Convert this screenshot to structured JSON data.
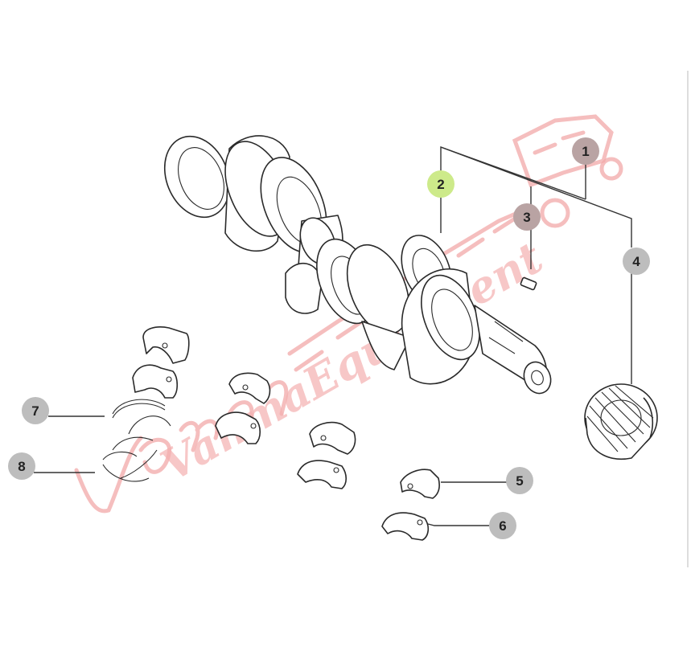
{
  "callouts": [
    {
      "label": "1",
      "color": "#b9a3a3"
    },
    {
      "label": "2",
      "color": "#cdea8a"
    },
    {
      "label": "3",
      "color": "#b9a3a3"
    },
    {
      "label": "4",
      "color": "#bdbdbd"
    },
    {
      "label": "5",
      "color": "#bdbdbd"
    },
    {
      "label": "6",
      "color": "#bdbdbd"
    },
    {
      "label": "7",
      "color": "#bdbdbd"
    },
    {
      "label": "8",
      "color": "#bdbdbd"
    }
  ],
  "watermark": {
    "text": "VanmaEquipment",
    "color": "#f4b0b0"
  }
}
